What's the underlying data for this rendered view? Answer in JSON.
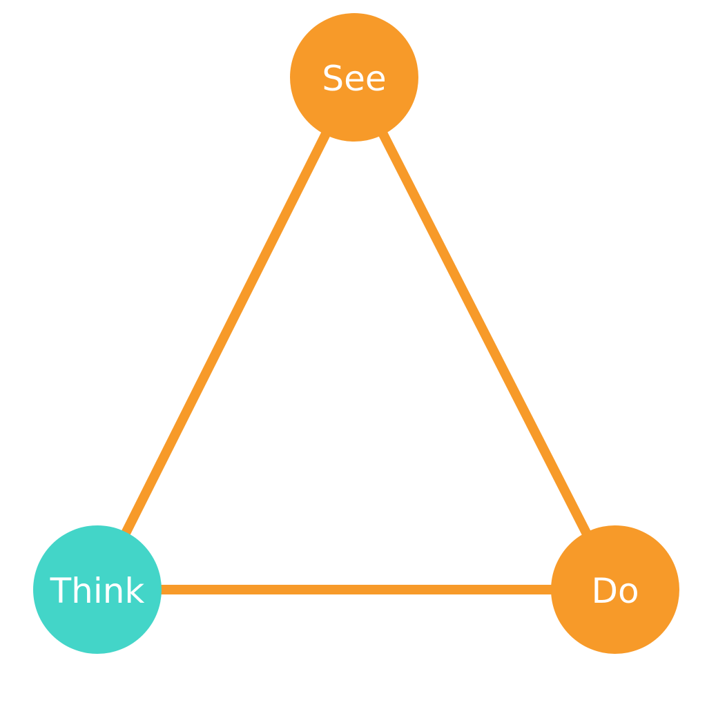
{
  "nodes": {
    "see": {
      "label": "See",
      "color": "#F79A29"
    },
    "think": {
      "label": "Think",
      "color": "#43D5C8"
    },
    "do": {
      "label": "Do",
      "color": "#F79A29"
    }
  },
  "edge_color": "#F79A29"
}
